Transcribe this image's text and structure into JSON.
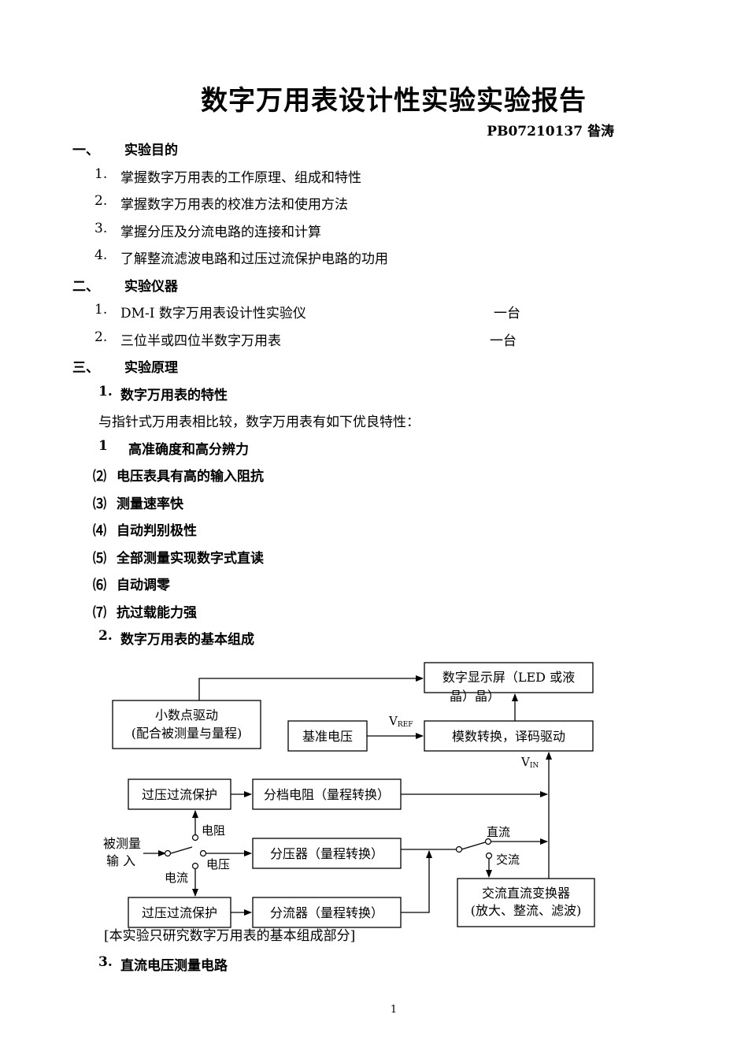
{
  "title": "数字万用表设计性实验实验报告",
  "author": "PB07210137 昝涛",
  "section1": {
    "num": "一、",
    "heading": "实验目的",
    "items": [
      {
        "num": "1.",
        "text": "掌握数字万用表的工作原理、组成和特性"
      },
      {
        "num": "2.",
        "text": "掌握数字万用表的校准方法和使用方法"
      },
      {
        "num": "3.",
        "text": "掌握分压及分流电路的连接和计算"
      },
      {
        "num": "4.",
        "text": "了解整流滤波电路和过压过流保护电路的功用"
      }
    ]
  },
  "section2": {
    "num": "二、",
    "heading": "实验仪器",
    "items": [
      {
        "num": "1.",
        "text": "DM-Ⅰ 数字万用表设计性实验仪",
        "qty": "一台"
      },
      {
        "num": "2.",
        "text": "三位半或四位半数字万用表",
        "qty": "一台"
      }
    ]
  },
  "section3": {
    "num": "三、",
    "heading": "实验原理",
    "sub1": {
      "num": "1.",
      "heading": "数字万用表的特性"
    },
    "intro": "与指针式万用表相比较，数字万用表有如下优良特性：",
    "features": [
      {
        "num": "1",
        "text": "高准确度和高分辨力"
      },
      {
        "num": "⑵",
        "text": "电压表具有高的输入阻抗"
      },
      {
        "num": "⑶",
        "text": "测量速率快"
      },
      {
        "num": "⑷",
        "text": "自动判别极性"
      },
      {
        "num": "⑸",
        "text": "全部测量实现数字式直读"
      },
      {
        "num": "⑹",
        "text": "自动调零"
      },
      {
        "num": "⑺",
        "text": "抗过载能力强"
      }
    ],
    "sub2": {
      "num": "2.",
      "heading": "数字万用表的基本组成"
    },
    "sub3": {
      "num": "3.",
      "heading": "直流电压测量电路"
    }
  },
  "diagram": {
    "display_line1": "数字显示屏（LED 或液",
    "display_line2": "晶）晶）",
    "decimal_line1": "小数点驱动",
    "decimal_line2": "(配合被测量与量程)",
    "reference": "基准电压",
    "vref_main": "V",
    "vref_sub": "REF",
    "adc": "模数转换，译码驱动",
    "vin_main": "V",
    "vin_sub": "IN",
    "protect_top": "过压过流保护",
    "divider_resistor": "分档电阻（量程转换）",
    "label_resistance": "电阻",
    "input_line1": "被测量",
    "input_line2": "输  入",
    "label_voltage": "电压",
    "voltage_divider": "分压器（量程转换）",
    "label_dc": "直流",
    "label_ac": "交流",
    "label_current": "电流",
    "protect_bottom": "过压过流保护",
    "shunt": "分流器（量程转换）",
    "acdc_line1": "交流直流变换器",
    "acdc_line2": "(放大、整流、滤波)",
    "caption": "[本实验只研究数字万用表的基本组成部分]"
  },
  "page_number": "1"
}
